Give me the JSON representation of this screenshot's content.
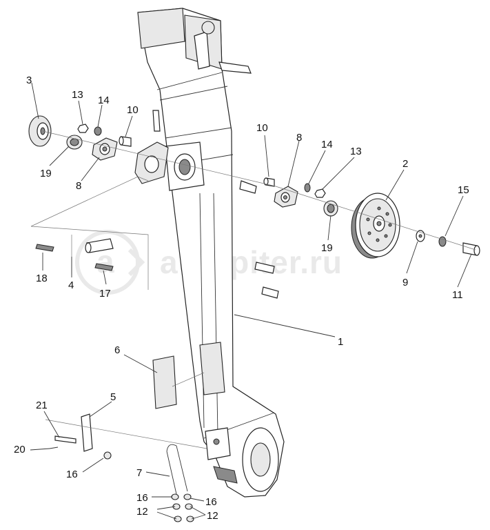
{
  "watermark": {
    "text": "autopiter.ru",
    "logo_glyph": "a"
  },
  "callouts": [
    {
      "id": "c3",
      "text": "3"
    },
    {
      "id": "c13a",
      "text": "13"
    },
    {
      "id": "c14a",
      "text": "14"
    },
    {
      "id": "c10a",
      "text": "10"
    },
    {
      "id": "c19a",
      "text": "19"
    },
    {
      "id": "c8a",
      "text": "8"
    },
    {
      "id": "c10b",
      "text": "10"
    },
    {
      "id": "c8b",
      "text": "8"
    },
    {
      "id": "c14b",
      "text": "14"
    },
    {
      "id": "c13b",
      "text": "13"
    },
    {
      "id": "c2",
      "text": "2"
    },
    {
      "id": "c15",
      "text": "15"
    },
    {
      "id": "c19b",
      "text": "19"
    },
    {
      "id": "c9",
      "text": "9"
    },
    {
      "id": "c11",
      "text": "11"
    },
    {
      "id": "c18",
      "text": "18"
    },
    {
      "id": "c4",
      "text": "4"
    },
    {
      "id": "c17",
      "text": "17"
    },
    {
      "id": "c1",
      "text": "1"
    },
    {
      "id": "c6",
      "text": "6"
    },
    {
      "id": "c5",
      "text": "5"
    },
    {
      "id": "c21",
      "text": "21"
    },
    {
      "id": "c20",
      "text": "20"
    },
    {
      "id": "c16a",
      "text": "16"
    },
    {
      "id": "c7",
      "text": "7"
    },
    {
      "id": "c16b",
      "text": "16"
    },
    {
      "id": "c16c",
      "text": "16"
    },
    {
      "id": "c12a",
      "text": "12"
    },
    {
      "id": "c12b",
      "text": "12"
    }
  ]
}
